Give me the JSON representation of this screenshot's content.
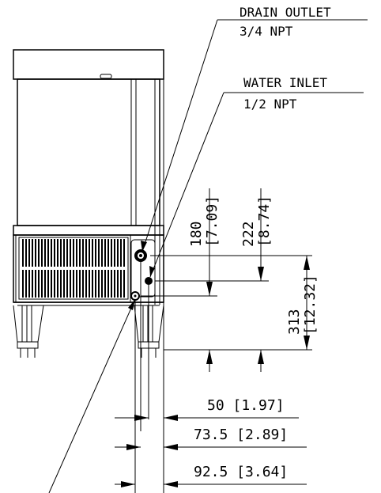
{
  "callouts": {
    "drain": {
      "name": "DRAIN OUTLET",
      "size": "3/4 NPT"
    },
    "water": {
      "name": "WATER INLET",
      "size": "1/2 NPT"
    }
  },
  "vertical_dims": {
    "d180": {
      "mm": "180",
      "in": "[7.09]"
    },
    "d222": {
      "mm": "222",
      "in": "[8.74]"
    },
    "d313": {
      "mm": "313",
      "in": "[12.32]"
    }
  },
  "horizontal_dims": {
    "d50": "50 [1.97]",
    "d73": "73.5 [2.89]",
    "d92": "92.5 [3.64]"
  }
}
